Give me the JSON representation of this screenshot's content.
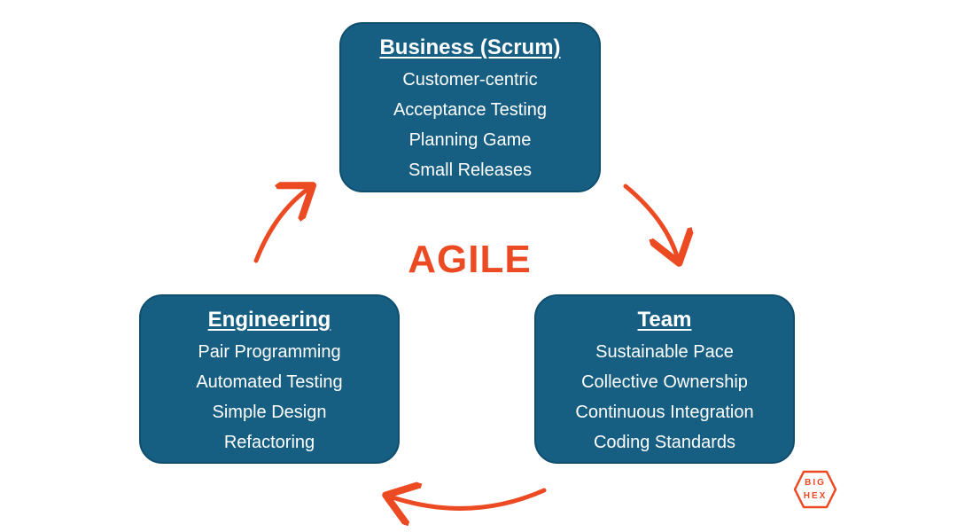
{
  "center_label": "AGILE",
  "boxes": {
    "business": {
      "title": "Business (Scrum)",
      "items": [
        "Customer-centric",
        "Acceptance Testing",
        "Planning Game",
        "Small Releases"
      ]
    },
    "engineering": {
      "title": "Engineering",
      "items": [
        "Pair Programming",
        "Automated Testing",
        "Simple Design",
        "Refactoring"
      ]
    },
    "team": {
      "title": "Team",
      "items": [
        "Sustainable Pace",
        "Collective Ownership",
        "Continuous Integration",
        "Coding Standards"
      ]
    }
  },
  "logo": {
    "line1": "BIG",
    "line2": "HEX"
  },
  "colors": {
    "box_fill": "#175f82",
    "accent": "#ec4a23",
    "text_on_box": "#ffffff"
  }
}
